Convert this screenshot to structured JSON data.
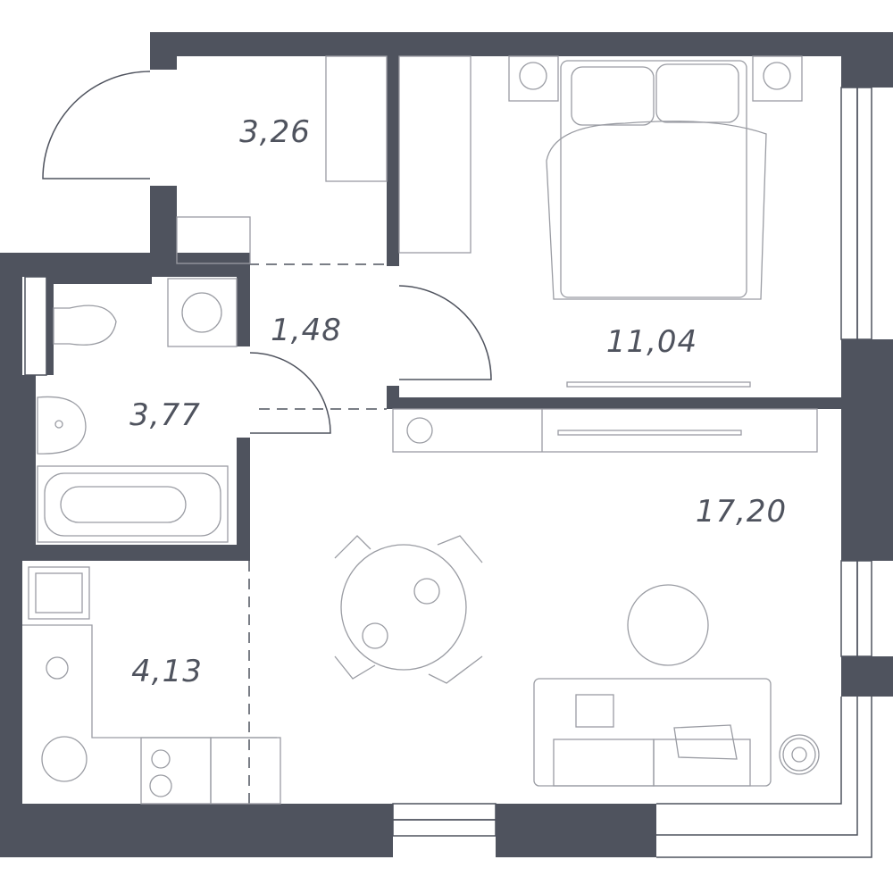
{
  "rooms": [
    {
      "id": "hallway",
      "area": "3,26"
    },
    {
      "id": "corridor",
      "area": "1,48"
    },
    {
      "id": "bedroom",
      "area": "11,04"
    },
    {
      "id": "bathroom",
      "area": "3,77"
    },
    {
      "id": "living-room",
      "area": "17,20"
    },
    {
      "id": "kitchen",
      "area": "4,13"
    }
  ],
  "colors": {
    "wall": "#4f535e",
    "furniture": "#9a9ca3"
  }
}
